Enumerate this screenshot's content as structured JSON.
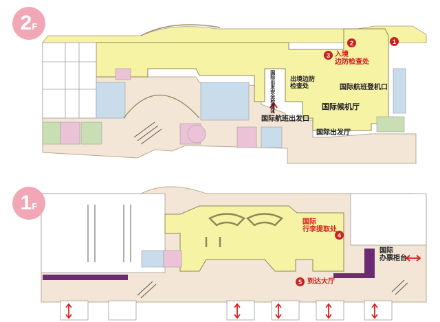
{
  "floors": {
    "upper": {
      "label_big": "2",
      "label_small": "F"
    },
    "lower": {
      "label_big": "1",
      "label_small": "F"
    }
  },
  "labels_2f": {
    "entry_inspection": "入境\n边防检查处",
    "security_check": "国际出发安全检查区",
    "exit_inspection": "出境边防\n检查处",
    "boarding_gate": "国际航班登机口",
    "waiting_hall": "国际候机厅",
    "departure_gate": "国际航班出发口",
    "departure_hall": "国际出发厅"
  },
  "labels_1f": {
    "baggage_claim": "国际\n行李提取处",
    "ticket_counter": "国际\n办票柜台",
    "arrival_hall": "到达大厅"
  },
  "markers": [
    "1",
    "2",
    "3",
    "4",
    "5"
  ],
  "colors": {
    "yellow_zone": "#f7f3a5",
    "public_zone": "#f3e6d6",
    "blue_zone": "#c8dcec",
    "pink_zone": "#ecc3d6",
    "green_zone": "#c9dfb3",
    "marker_red": "#c9201f",
    "counter_purple": "#6b2a73",
    "badge_pink": "#f2a7b6"
  }
}
